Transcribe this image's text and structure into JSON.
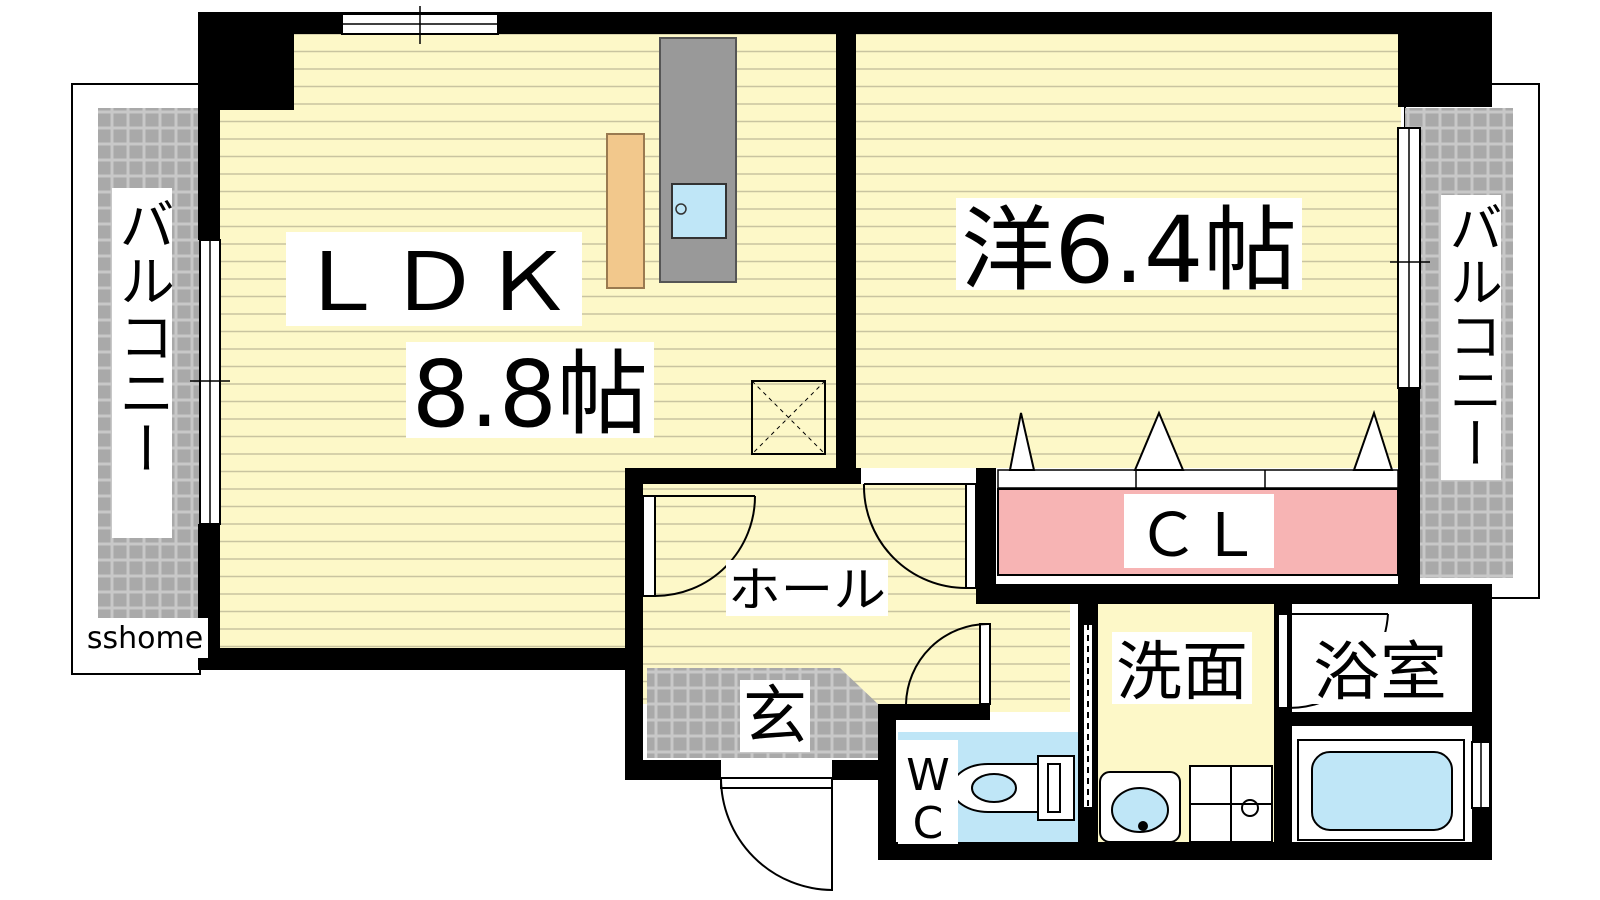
{
  "labels": {
    "ldk_name": "ＬＤＫ",
    "ldk_size": "8.8帖",
    "western_room": "洋6.4帖",
    "closet": "ＣＬ",
    "hall": "ホール",
    "entrance": "玄",
    "washroom": "洗面",
    "bathroom": "浴室",
    "wc_w": "W",
    "wc_c": "C",
    "balcony_left": "バルコニー",
    "balcony_right": "バルコニー",
    "watermark": "sshome"
  },
  "colors": {
    "wall": "#000000",
    "floor_wood": "#fdf8c8",
    "floor_line": "#c9c4a0",
    "tile": "#b3b3b3",
    "closet": "#f7b4b4",
    "water": "#bfe6f7",
    "kitchen": "#999999",
    "counter": "#f2c88c"
  },
  "icons": [
    "sliding-window-icon",
    "door-swing-icon",
    "kitchen-sink-icon",
    "toilet-icon",
    "bathtub-icon",
    "washbasin-icon",
    "ceiling-hatch-icon"
  ]
}
